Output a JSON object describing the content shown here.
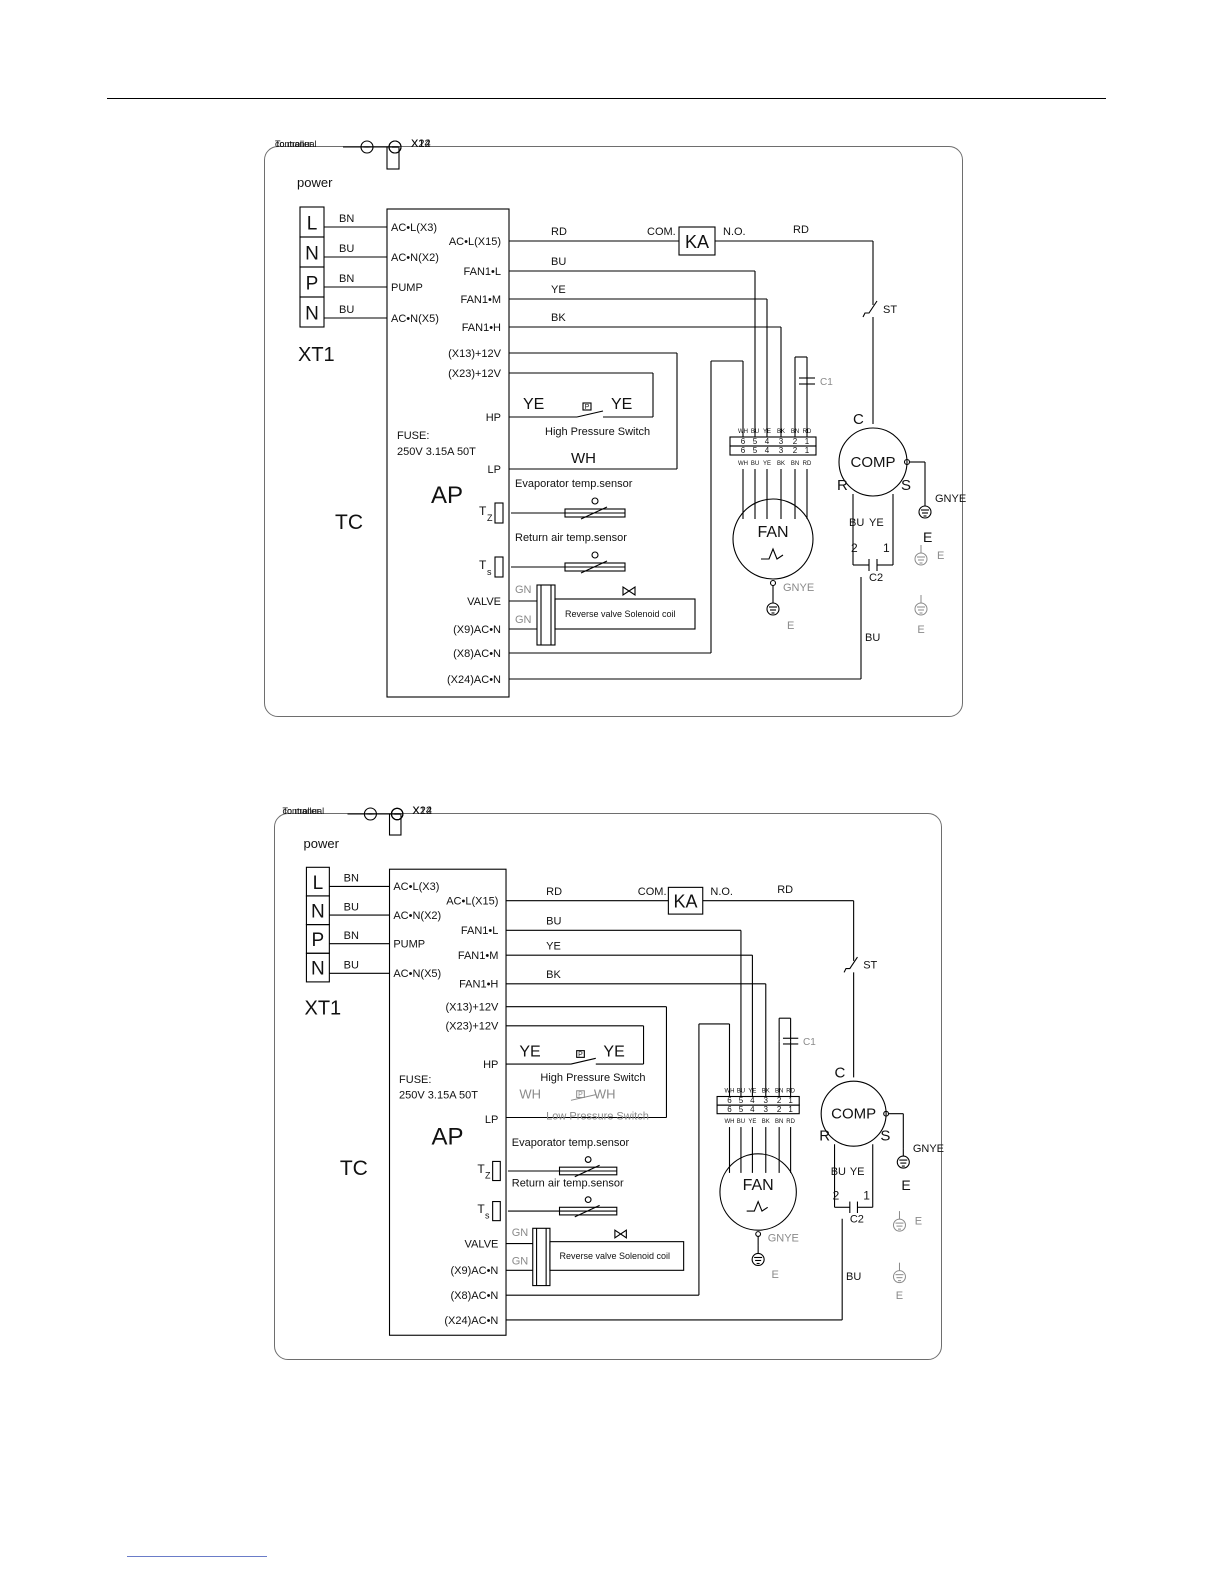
{
  "diagrams": [
    {
      "power_label": "power",
      "terminal_block": {
        "name": "XT1",
        "terminals": [
          "L",
          "N",
          "P",
          "N"
        ],
        "wire_colors": [
          "BN",
          "BU",
          "BN",
          "BU"
        ]
      },
      "board": {
        "name": "AP",
        "left_pins": [
          "AC•L(X3)",
          "AC•N(X2)",
          "PUMP",
          "AC•N(X5)"
        ],
        "right_pins": [
          "AC•L(X15)",
          "FAN1•L",
          "FAN1•M",
          "FAN1•H",
          "(X13)+12V",
          "(X23)+12V",
          "HP",
          "LP",
          "VALVE",
          "(X9)AC•N",
          "(X8)AC•N",
          "(X24)AC•N"
        ],
        "fuse_label": "FUSE:",
        "fuse_rating": "250V 3.15A 50T",
        "tz_label": "T",
        "tz_sub": "Z",
        "ts_label": "T",
        "ts_sub": "s",
        "left_ports": [
          "X1",
          "X22",
          "X14"
        ]
      },
      "wires": {
        "rd": "RD",
        "bu": "BU",
        "ye": "YE",
        "bk": "BK",
        "rd2": "RD",
        "bu_bottom": "BU"
      },
      "relay": {
        "name": "KA",
        "com": "COM.",
        "no": "N.O."
      },
      "switch_st": "ST",
      "hp_switch": {
        "left": "YE",
        "right": "YE",
        "label": "High Pressure Switch",
        "p": "P"
      },
      "lp_wire": "WH",
      "evap_sensor": "Evaporator temp.sensor",
      "return_sensor": "Return air temp.sensor",
      "valve": {
        "gn1": "GN",
        "gn2": "GN",
        "label": "Reverse valve Solenoid coil"
      },
      "tc_label": "TC",
      "manual_controller": [
        "To manual",
        "controller"
      ],
      "fan": {
        "name": "FAN",
        "ground": "GNYE",
        "earth": "E",
        "cap": "C1",
        "connector_colors": [
          "WH",
          "BU",
          "YE",
          "BK",
          "BN",
          "RD"
        ],
        "connector_pins": [
          "6",
          "5",
          "4",
          "3",
          "2",
          "1"
        ]
      },
      "compressor": {
        "name": "COMP",
        "c": "C",
        "r": "R",
        "s": "S",
        "ground": "GNYE",
        "earth": "E",
        "bu": "BU",
        "ye": "YE",
        "pin2": "2",
        "pin1": "1",
        "cap": "C2"
      },
      "extra_earths": [
        "E",
        "E"
      ]
    },
    {
      "power_label": "power",
      "terminal_block": {
        "name": "XT1",
        "terminals": [
          "L",
          "N",
          "P",
          "N"
        ],
        "wire_colors": [
          "BN",
          "BU",
          "BN",
          "BU"
        ]
      },
      "board": {
        "name": "AP",
        "left_pins": [
          "AC•L(X3)",
          "AC•N(X2)",
          "PUMP",
          "AC•N(X5)"
        ],
        "right_pins": [
          "AC•L(X15)",
          "FAN1•L",
          "FAN1•M",
          "FAN1•H",
          "(X13)+12V",
          "(X23)+12V",
          "HP",
          "LP",
          "VALVE",
          "(X9)AC•N",
          "(X8)AC•N",
          "(X24)AC•N"
        ],
        "fuse_label": "FUSE:",
        "fuse_rating": "250V 3.15A 50T",
        "tz_label": "T",
        "tz_sub": "Z",
        "ts_label": "T",
        "ts_sub": "s",
        "left_ports": [
          "X1",
          "X22",
          "X14"
        ]
      },
      "wires": {
        "rd": "RD",
        "bu": "BU",
        "ye": "YE",
        "bk": "BK",
        "rd2": "RD",
        "bu_bottom": "BU"
      },
      "relay": {
        "name": "KA",
        "com": "COM.",
        "no": "N.O."
      },
      "switch_st": "ST",
      "hp_switch": {
        "left": "YE",
        "right": "YE",
        "label": "High Pressure Switch",
        "p": "P"
      },
      "lp_switch": {
        "left": "WH",
        "right": "WH",
        "label": "Low Pressure Switch",
        "p": "P"
      },
      "evap_sensor": "Evaporator temp.sensor",
      "return_sensor": "Return air temp.sensor",
      "valve": {
        "gn1": "GN",
        "gn2": "GN",
        "label": "Reverse valve Solenoid coil"
      },
      "tc_label": "TC",
      "manual_controller": [
        "To manual",
        "controller"
      ],
      "fan": {
        "name": "FAN",
        "ground": "GNYE",
        "earth": "E",
        "cap": "C1",
        "connector_colors": [
          "WH",
          "BU",
          "YE",
          "BK",
          "BN",
          "RD"
        ],
        "connector_pins": [
          "6",
          "5",
          "4",
          "3",
          "2",
          "1"
        ]
      },
      "compressor": {
        "name": "COMP",
        "c": "C",
        "r": "R",
        "s": "S",
        "ground": "GNYE",
        "earth": "E",
        "bu": "BU",
        "ye": "YE",
        "pin2": "2",
        "pin1": "1",
        "cap": "C2"
      },
      "extra_earths": [
        "E",
        "E"
      ]
    }
  ]
}
